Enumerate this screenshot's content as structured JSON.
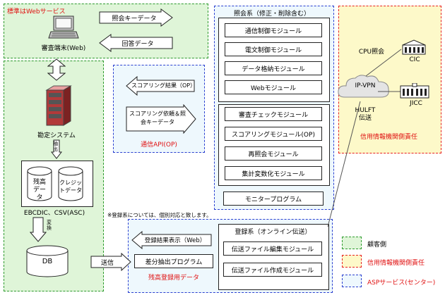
{
  "zones": {
    "customer_top_label": "標準はWebサービス",
    "credit_label": "信用情報機関側責任"
  },
  "arrows": {
    "inquiry_key": "照会キーデータ",
    "response": "回答データ",
    "scoring_result": "スコアリング結果（OP）",
    "scoring_request": "スコアリング依頼＆照会キーデータ",
    "send": "送信",
    "extract": "抽出",
    "transform": "変換"
  },
  "customer": {
    "terminal": "審査端末(Web)",
    "accounting": "勘定システム",
    "balance_data": "残高データ",
    "credit_data": "クレジットデータ",
    "format": "EBCDIC、CSV(ASC)",
    "db": "DB"
  },
  "comm_api": "通信API(OP)",
  "inquiry_system": {
    "title": "照会系（修正・削除含む）",
    "modules_a": [
      "通信制御モジュール",
      "電文制御モジュール",
      "データ格納モジュール",
      "Webモジュール"
    ],
    "modules_b": [
      "審査チェックモジュール",
      "スコアリングモジュール(OP)",
      "再照会モジュール",
      "集計変数化モジュール"
    ],
    "monitor": "モニタープログラム"
  },
  "note": "※登録系については、個別対応と致します。",
  "registration": {
    "display": "登録結果表示（Web）",
    "diff_program": "差分抽出プログラム",
    "balance_reg": "残高登録用データ",
    "system_title": "登録系（オンライン伝送）",
    "modules": [
      "伝送ファイル編集モジュール",
      "伝送ファイル作成モジュール"
    ]
  },
  "network": {
    "cpu": "CPU照会",
    "vpn": "IP-VPN",
    "hulft": "HULFT伝送",
    "cic": "CIC",
    "jicc": "JICC"
  },
  "legend": [
    {
      "label": "顧客側",
      "color": "#2e9b2e"
    },
    {
      "label": "信用情報機関側責任",
      "color": "#e82020"
    },
    {
      "label": "ASPサービス(センター)",
      "color": "#2a3fd0"
    }
  ]
}
